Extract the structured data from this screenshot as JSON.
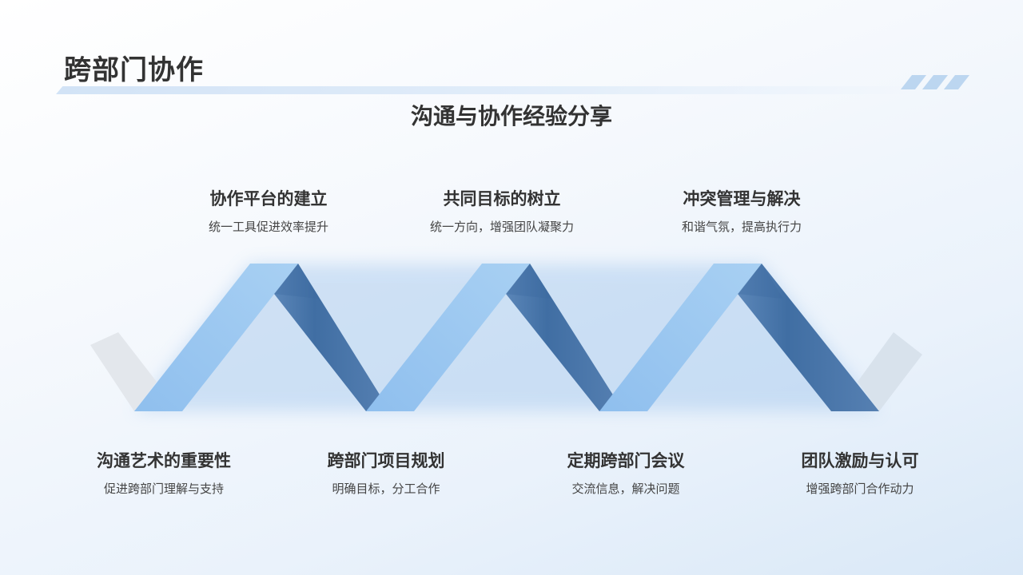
{
  "header": {
    "title": "跨部门协作",
    "subtitle": "沟通与协作经验分享"
  },
  "colors": {
    "light_band": "#9ec9f0",
    "dark_band": "#4a78aa",
    "grey_band": "#e3e8ee",
    "text": "#333333",
    "accent_stripes": "#bcd6f0"
  },
  "top_items": [
    {
      "title": "协作平台的建立",
      "desc": "统一工具促进效率提升"
    },
    {
      "title": "共同目标的树立",
      "desc": "统一方向，增强团队凝聚力"
    },
    {
      "title": "冲突管理与解决",
      "desc": "和谐气氛，提高执行力"
    }
  ],
  "bottom_items": [
    {
      "title": "沟通艺术的重要性",
      "desc": "促进跨部门理解与支持"
    },
    {
      "title": "跨部门项目规划",
      "desc": "明确目标，分工合作"
    },
    {
      "title": "定期跨部门会议",
      "desc": "交流信息，解决问题"
    },
    {
      "title": "团队激励与认可",
      "desc": "增强跨部门合作动力"
    }
  ]
}
